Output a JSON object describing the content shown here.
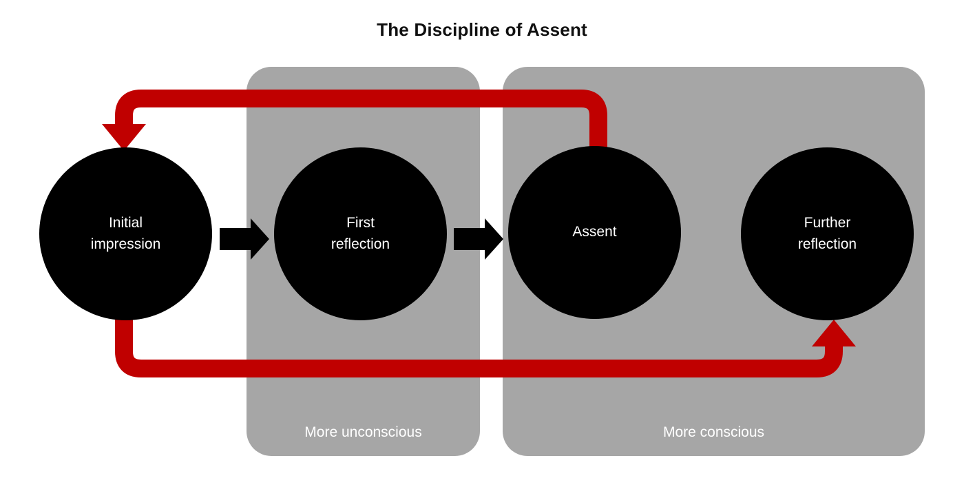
{
  "title": "The Discipline of Assent",
  "colors": {
    "background": "#ffffff",
    "panel": "#a6a6a6",
    "node": "#000000",
    "node_text": "#ffffff",
    "feedback_arrow": "#c00000",
    "flow_arrow": "#000000",
    "title_text": "#101010"
  },
  "panels": [
    {
      "id": "unconscious",
      "label": "More unconscious"
    },
    {
      "id": "conscious",
      "label": "More conscious"
    }
  ],
  "nodes": [
    {
      "id": "initial-impression",
      "label": "Initial\nimpression"
    },
    {
      "id": "first-reflection",
      "label": "First\nreflection"
    },
    {
      "id": "assent",
      "label": "Assent"
    },
    {
      "id": "further-reflection",
      "label": "Further\nreflection"
    }
  ],
  "flow_arrows": [
    {
      "id": "initial-to-first",
      "from": "initial-impression",
      "to": "first-reflection",
      "style": "black-block-arrow"
    },
    {
      "id": "first-to-assent",
      "from": "first-reflection",
      "to": "assent",
      "style": "black-block-arrow"
    }
  ],
  "feedback_arrows": [
    {
      "id": "assent-to-initial",
      "from": "assent",
      "to": "initial-impression",
      "style": "red-loop-arrow-top",
      "direction": "right-to-left"
    },
    {
      "id": "initial-to-further",
      "from": "initial-impression",
      "to": "further-reflection",
      "style": "red-loop-arrow-bottom",
      "direction": "left-to-right"
    }
  ]
}
